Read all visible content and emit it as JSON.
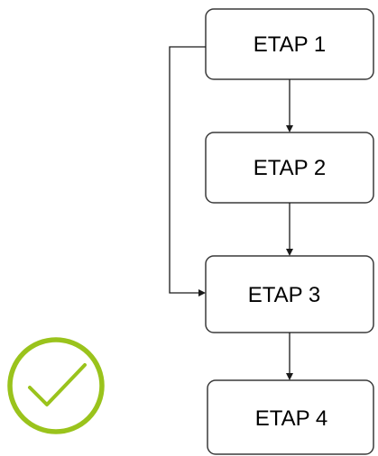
{
  "diagram": {
    "steps": [
      {
        "label": "ETAP 1"
      },
      {
        "label": "ETAP 2"
      },
      {
        "label": "ETAP 3"
      },
      {
        "label": "ETAP 4"
      }
    ],
    "flows": [
      {
        "from": "ETAP 1",
        "to": "ETAP 2"
      },
      {
        "from": "ETAP 2",
        "to": "ETAP 3"
      },
      {
        "from": "ETAP 3",
        "to": "ETAP 4"
      },
      {
        "from": "ETAP 1",
        "to": "ETAP 3",
        "route": "left-bypass"
      }
    ]
  },
  "checkmark": {
    "icon": "check-circle-icon",
    "color": "#9ac31c"
  },
  "colors": {
    "box_border": "#3a3a3a",
    "connector": "#1a1a1a",
    "text": "#000000"
  }
}
